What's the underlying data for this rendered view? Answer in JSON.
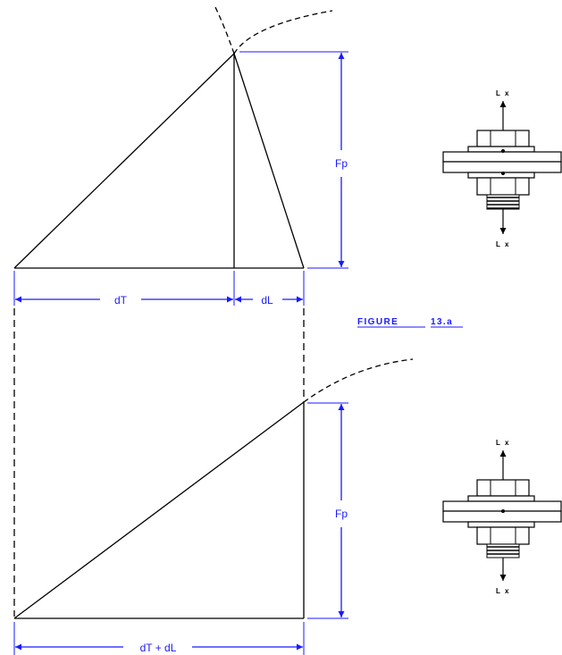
{
  "colors": {
    "line": "#000000",
    "dimension": "#1a1aff",
    "background": "#ffffff"
  },
  "figure_caption": {
    "number": "FIGURE",
    "id": "13.a"
  },
  "top_diagram": {
    "force_label": "Fp",
    "dim_left_label": "dT",
    "dim_right_label": "dL",
    "bolt_label_top": "L x",
    "bolt_label_bottom": "L x"
  },
  "bottom_diagram": {
    "force_label": "Fp",
    "dim_label": "dT + dL",
    "bolt_label_top": "L x",
    "bolt_label_bottom": "L x"
  }
}
